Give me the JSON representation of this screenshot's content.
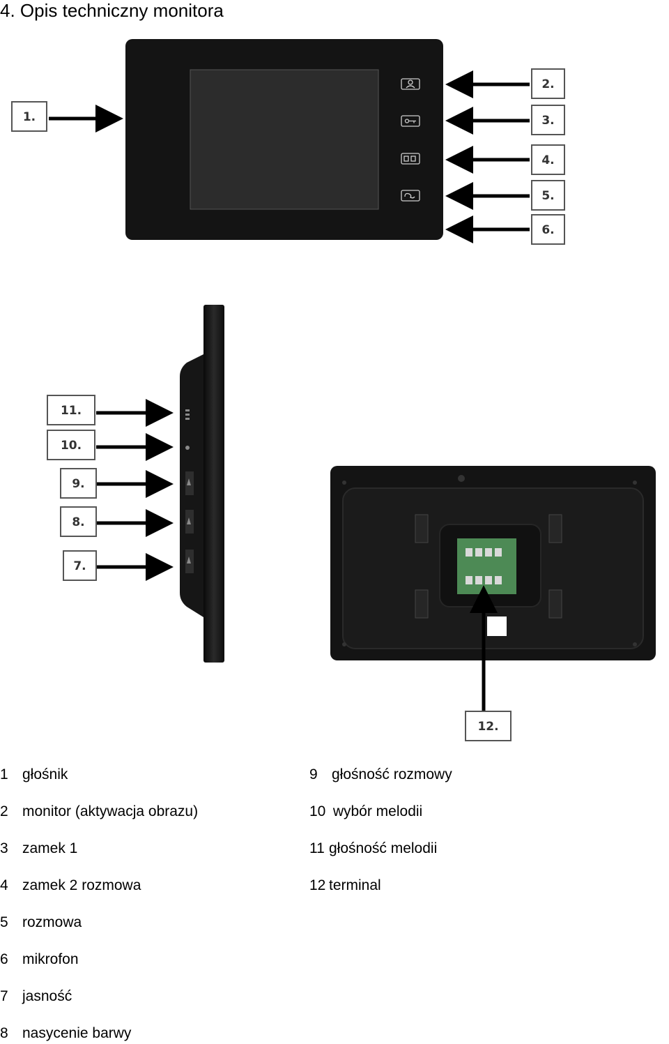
{
  "title": "4. Opis techniczny monitora",
  "callouts": [
    "1.",
    "2.",
    "3.",
    "4.",
    "5.",
    "6.",
    "7.",
    "8.",
    "9.",
    "10.",
    "11.",
    "12."
  ],
  "legend": {
    "left": [
      {
        "num": "1",
        "text": "głośnik"
      },
      {
        "num": "2",
        "text": "monitor (aktywacja obrazu)"
      },
      {
        "num": "3",
        "text": "zamek 1"
      },
      {
        "num": "4",
        "text": "zamek 2 rozmowa"
      },
      {
        "num": "5",
        "text": "rozmowa"
      },
      {
        "num": "6",
        "text": "mikrofon"
      },
      {
        "num": "7",
        "text": "jasność"
      },
      {
        "num": "8",
        "text": "nasycenie barwy"
      }
    ],
    "right": [
      {
        "num": "9",
        "text": "głośność rozmowy"
      },
      {
        "num": "10",
        "text": " wybór melodii"
      },
      {
        "num": "11",
        "text": "głośność melodii"
      },
      {
        "num": "12",
        "text": "terminal"
      }
    ]
  },
  "colors": {
    "device": "#141414",
    "screen": "#2c2c2c",
    "pcb": "#4d8a55",
    "arrow": "#000000"
  }
}
